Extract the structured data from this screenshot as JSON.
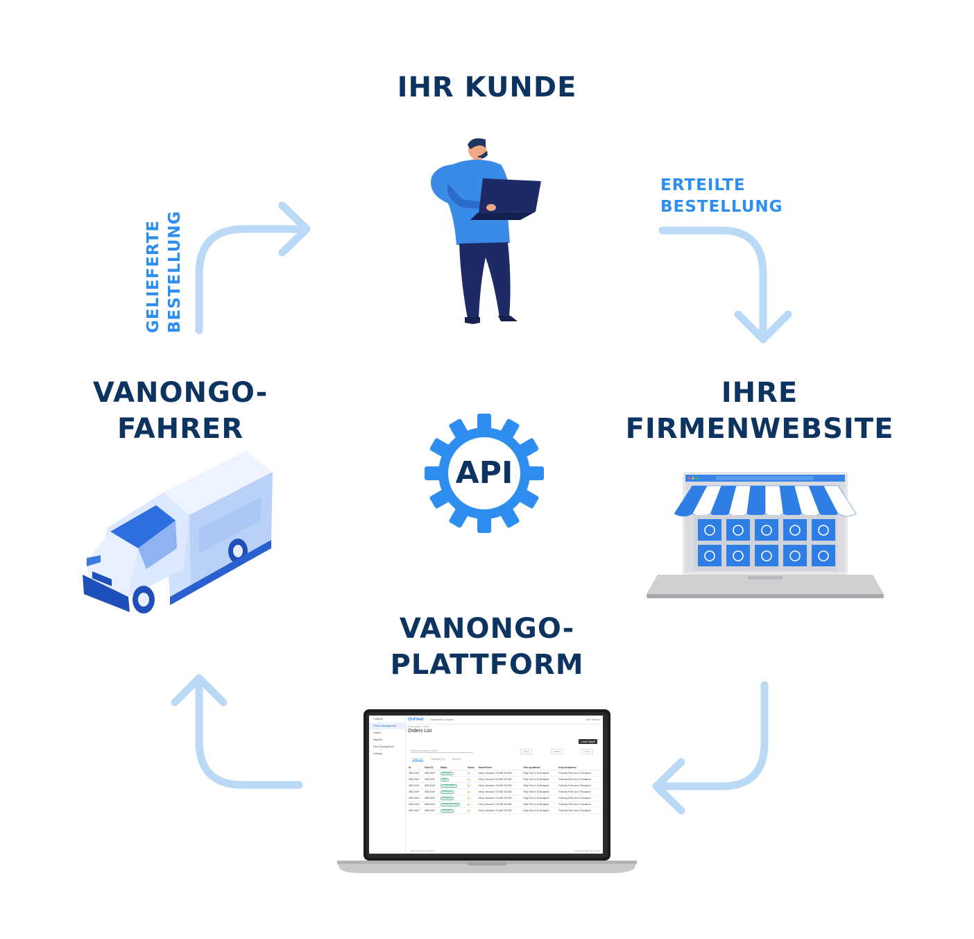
{
  "nodes": {
    "customer": {
      "title": "IHR KUNDE"
    },
    "website": {
      "title_line1": "IHRE",
      "title_line2": "FIRMENWEBSITE"
    },
    "driver": {
      "title_line1": "VANONGO-",
      "title_line2": "FAHRER"
    },
    "platform": {
      "title_line1": "VANONGO-",
      "title_line2": "PLATTFORM"
    },
    "api": {
      "label": "API"
    }
  },
  "edges": {
    "ordered": {
      "line1": "ERTEILTE",
      "line2": "BESTELLUNG"
    },
    "delivered": {
      "line1": "GELIEFERTE",
      "line2": "BESTELLUNG"
    }
  },
  "colors": {
    "title": "#0d3461",
    "accent": "#2d8ef0",
    "arrow": "#b9d9f6"
  },
  "dashboard": {
    "logo": "OnFleet",
    "org": "Organization: all areas",
    "user": "John Johnson",
    "sidebar": [
      "Collapse",
      "Orders Management",
      "Orders",
      "Waybills",
      "Fleet Management",
      "Settings"
    ],
    "breadcrumb": "Home page / Orders",
    "heading": "Orders List",
    "create_button": "Create Waybill",
    "search_placeholder": "Search by name or email",
    "filters": [
      "Status",
      "Issues",
      "Group"
    ],
    "tabs": [
      "Today (12)",
      "Overdue (12)",
      "All (112)"
    ],
    "columns": [
      "ID",
      "Order ID",
      "Status",
      "Issues",
      "Name/Phone",
      "Pick up address",
      "Drop off address"
    ],
    "rows": [
      [
        "3BD124AF",
        "3BD124AF",
        "CREATED",
        "Henry Johanson +34 682 923 983",
        "Régi Főút út, 64 Budapest",
        "Füzesdry Péter utca, 9 Budapest"
      ],
      [
        "3BD124AF",
        "3BD124AF",
        "NEW",
        "Henry Johanson +34 682 923 983",
        "Régi Főút út, 64 Budapest",
        "Füzesdry Péter utca, 9 Budapest"
      ],
      [
        "3BD124AF",
        "3BD124AF",
        "IN PROGRESS",
        "Henry Johanson +34 682 923 983",
        "Régi Főút út, 64 Budapest",
        "Füzesdry Péter utca, 9 Budapest"
      ],
      [
        "3BD124AF",
        "3BD124AF",
        "ASSIGNED",
        "Henry Johanson +34 682 923 983",
        "Régi Főút út, 64 Budapest",
        "Füzesdry Péter utca, 9 Budapest"
      ],
      [
        "3BD124AF",
        "3BD124AF",
        "ASSIGNED",
        "Henry Johanson +34 682 923 983",
        "Régi Főút út, 64 Budapest",
        "Füzesdry Péter utca, 9 Budapest"
      ],
      [
        "3BD124AF",
        "3BD124AF",
        "TO BE RESOLVED",
        "Henry Johanson +34 682 923 983",
        "Régi Főút út, 64 Budapest",
        "Füzesdry Péter utca, 9 Budapest"
      ],
      [
        "3BD124AF",
        "3BD124AF",
        "ASSIGNED",
        "Henry Johanson +34 682 923 983",
        "Régi Főút út, 64 Budapest",
        "Füzesdry Péter utca, 9 Budapest"
      ]
    ],
    "footer_left": "Filter by period: all orders",
    "footer_right": "Rows per page: 10   1-8 of 8"
  }
}
